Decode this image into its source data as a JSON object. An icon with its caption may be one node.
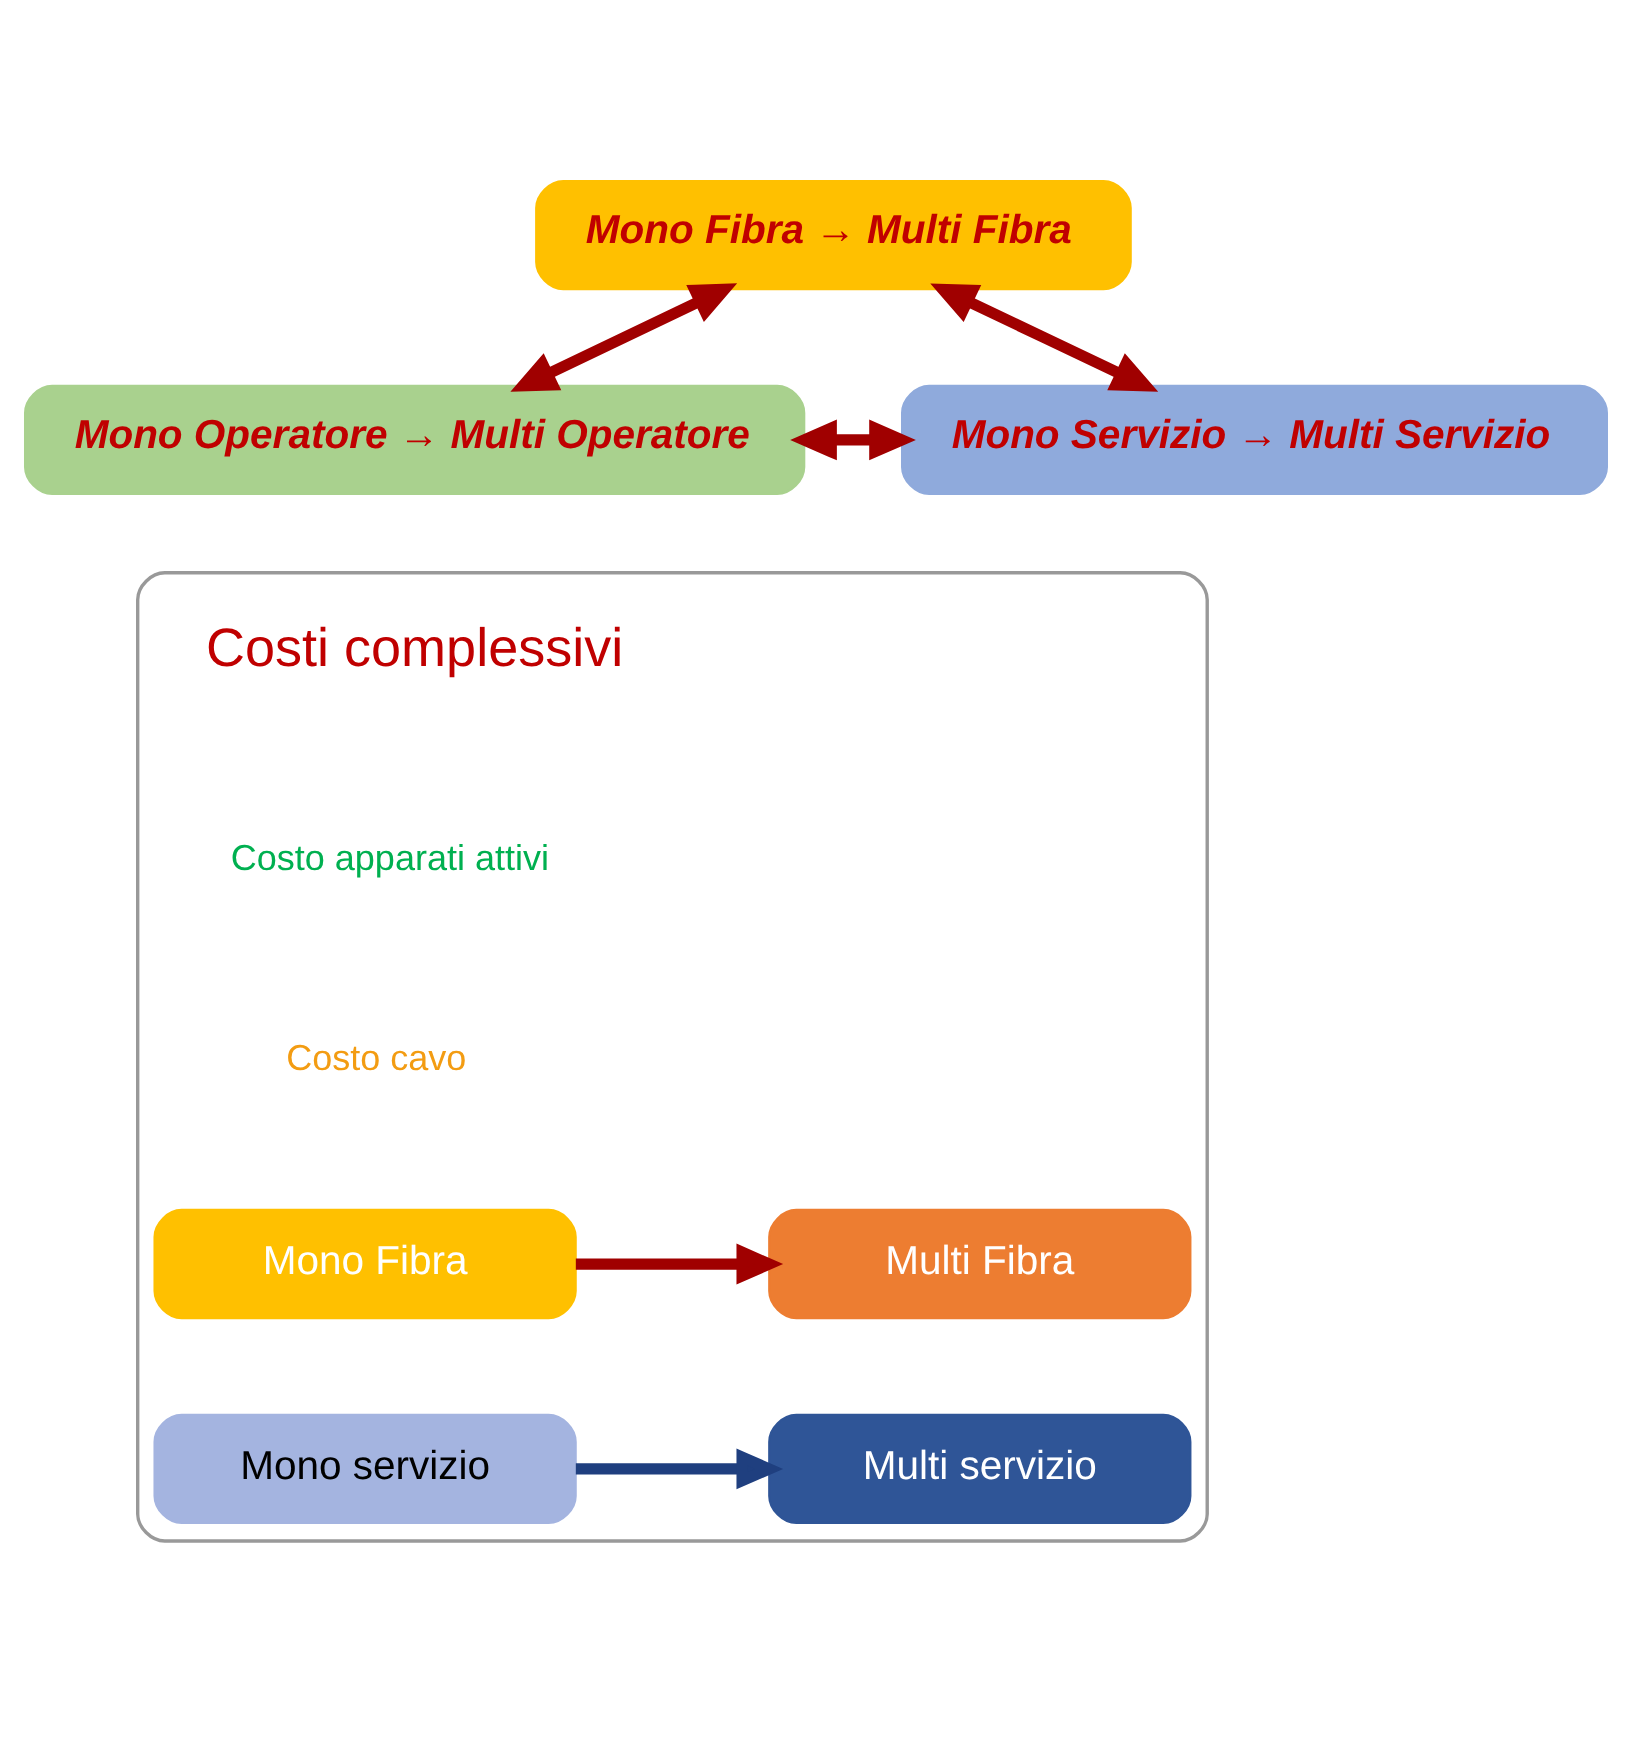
{
  "diagram": {
    "nodes": [
      {
        "text": [
          "Mono Fibra → Multi Fibra"
        ]
      },
      {
        "text": [
          "Mono Operatore → Multi Operatore"
        ]
      },
      {
        "text": [
          "Mono Servizio → Multi Servizio"
        ]
      },
      {
        "text": [],
        "shape": "box"
      },
      {
        "text": [
          "Mono Fibra"
        ],
        "in": 3
      },
      {
        "text": [
          "Multi Fibra"
        ],
        "in": 3
      },
      {
        "text": [
          "Mono servizio"
        ],
        "in": 3
      },
      {
        "text": [
          "Multi servizio"
        ],
        "in": 3
      }
    ],
    "edges": [
      {
        "from": 0,
        "to": 1,
        "arrow": "both"
      },
      {
        "from": 0,
        "to": 2,
        "arrow": "both"
      },
      {
        "from": 1,
        "to": 2,
        "arrow": "both"
      },
      {
        "from": 4,
        "to": 5,
        "arrow": "to"
      },
      {
        "from": 6,
        "to": 7,
        "arrow": "to",
        "color": "#1f3f7f"
      }
    ],
    "labels": [
      "Costi complessivi",
      "Costo apparati attivi",
      "Costo cavo"
    ]
  }
}
